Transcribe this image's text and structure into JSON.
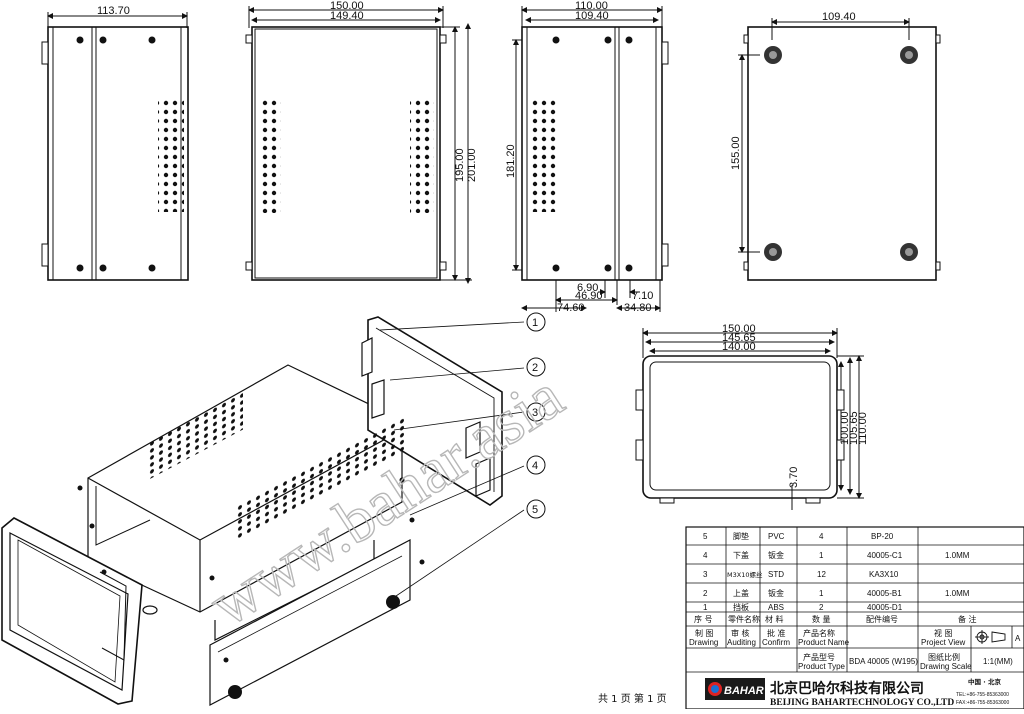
{
  "dimensions": {
    "side_width": "113.70",
    "front_outer_width": "150.00",
    "front_inner_width": "149.40",
    "front_inner_height": "195.00",
    "front_outer_height": "201.00",
    "rear_outer_width": "110.00",
    "rear_inner_width": "109.40",
    "rear_height": "181.20",
    "rear_offset_1": "6.90",
    "rear_offset_2": "46.90",
    "rear_offset_3": "74.60",
    "rear_offset_4": "7.10",
    "rear_offset_5": "34.80",
    "bottom_width": "109.40",
    "bottom_height": "155.00",
    "panel_w1": "150.00",
    "panel_w2": "145.65",
    "panel_w3": "140.00",
    "panel_h1": "100.00",
    "panel_h2": "105.65",
    "panel_h3": "110.00",
    "panel_foot": "3.70"
  },
  "balloons": [
    "1",
    "2",
    "3",
    "4",
    "5"
  ],
  "watermark": "www.bahar.asia",
  "bom": {
    "rows": [
      {
        "no": "5",
        "name": "脚垫",
        "material": "PVC",
        "qty": "4",
        "code": "BP-20",
        "note": ""
      },
      {
        "no": "4",
        "name": "下盖",
        "material": "钣金",
        "qty": "1",
        "code": "40005-C1",
        "note": "1.0MM"
      },
      {
        "no": "3",
        "name": "M3X10螺丝",
        "material": "STD",
        "qty": "12",
        "code": "KA3X10",
        "note": ""
      },
      {
        "no": "2",
        "name": "上盖",
        "material": "钣金",
        "qty": "1",
        "code": "40005-B1",
        "note": "1.0MM"
      },
      {
        "no": "1",
        "name": "挡板",
        "material": "ABS",
        "qty": "2",
        "code": "40005-D1",
        "note": ""
      }
    ],
    "header": {
      "no": "序 号",
      "name": "零件名称",
      "material": "材 料",
      "qty": "数 量",
      "code": "配件编号",
      "note": "备 注"
    }
  },
  "title_block": {
    "drawing_cn": "制 图",
    "drawing_en": "Drawing",
    "auditing_cn": "审 核",
    "auditing_en": "Auditing",
    "confirm_cn": "批 准",
    "confirm_en": "Confirm",
    "product_name_cn": "产品名称",
    "product_name_en": "Product Name",
    "product_type_cn": "产品型号",
    "product_type_en": "Product Type",
    "product_type_value": "BDA 40005 (W195)",
    "project_view_cn": "视 图",
    "project_view_en": "Project View",
    "scale_cn": "图纸比例",
    "scale_en": "Drawing Scale",
    "scale_value": "1:1(MM)",
    "edge_mark": "A"
  },
  "company": {
    "logo": "BAHAR",
    "name_cn": "北京巴哈尔科技有限公司",
    "name_en": "BEIJING BAHARTECHNOLOGY CO.,LTD",
    "region": "中国 · 北京",
    "tel": "TEL:+86-755-85363000",
    "fax": "FAX:+86-755-85363000"
  },
  "page_info": "共 1 页   第 1 页"
}
